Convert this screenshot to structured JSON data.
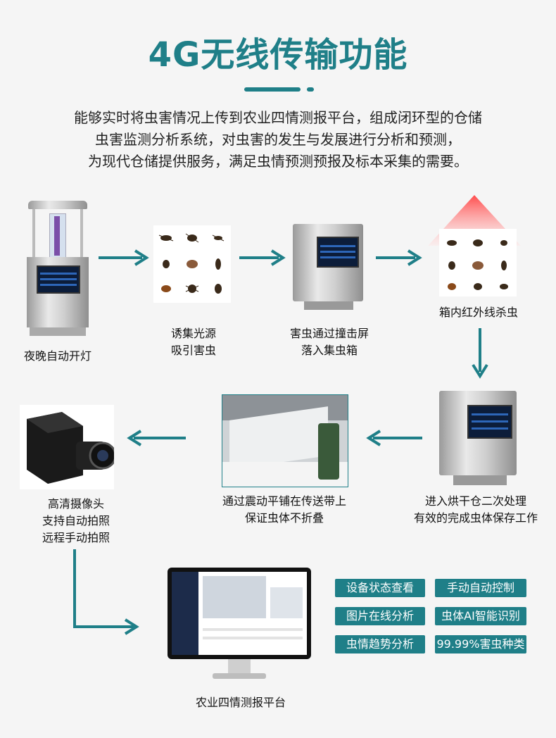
{
  "header": {
    "title": "4G无线传输功能",
    "intro_lines": [
      "能够实时将虫害情况上传到农业四情测报平台，组成闭环型的仓储",
      "虫害监测分析系统，对虫害的发生与发展进行分析和预测，",
      "为现代仓储提供服务，满足虫情预测预报及标本采集的需要。"
    ]
  },
  "steps": {
    "s1": [
      "夜晚自动开灯"
    ],
    "s2": [
      "诱集光源",
      "吸引害虫"
    ],
    "s3": [
      "害虫通过撞击屏",
      "落入集虫箱"
    ],
    "s4": [
      "箱内红外线杀虫"
    ],
    "s5": [
      "进入烘干仓二次处理",
      "有效的完成虫体保存工作"
    ],
    "s6": [
      "通过震动平铺在传送带上",
      "保证虫体不折叠"
    ],
    "s7": [
      "高清摄像头",
      "支持自动拍照",
      "远程手动拍照"
    ],
    "s8": [
      "农业四情测报平台"
    ]
  },
  "features": [
    "设备状态查看",
    "手动自动控制",
    "图片在线分析",
    "虫体AI智能识别",
    "虫情趋势分析",
    "99.99%害虫种类"
  ],
  "colors": {
    "accent": "#1f7f88",
    "infrared": "#ff5a5a"
  }
}
